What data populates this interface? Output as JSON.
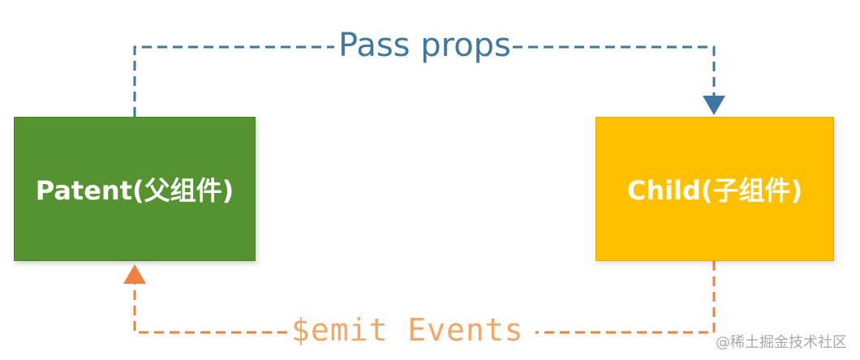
{
  "diagram": {
    "parent": {
      "label": "Patent(父组件)",
      "color": "#549330"
    },
    "child": {
      "label": "Child(子组件)",
      "color": "#ffc000"
    },
    "props_edge": {
      "label": "Pass props",
      "color": "#3e77a0"
    },
    "emit_edge": {
      "label": "$emit Events",
      "color": "#f08040",
      "label_color": "#f6a565"
    }
  },
  "watermark": {
    "text": "@稀土掘金技术社区"
  }
}
